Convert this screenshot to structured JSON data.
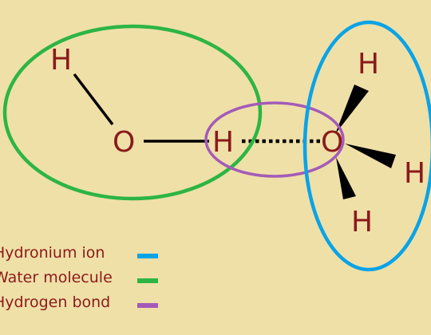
{
  "atoms": {
    "water_h": "H",
    "water_o": "O",
    "bond_h": "H",
    "ion_o": "O",
    "ion_h_top": "H",
    "ion_h_right": "H",
    "ion_h_bottom": "H"
  },
  "legend": {
    "items": [
      {
        "label": "Hydronium ion",
        "color": "#0aa3e6"
      },
      {
        "label": "Water molecule",
        "color": "#2db544"
      },
      {
        "label": "Hydrogen bond",
        "color": "#a35bb8"
      }
    ]
  },
  "colors": {
    "background": "#efe0a8",
    "atom_text": "#8b1a1a",
    "legend_text": "#8b1a1a",
    "bond": "#000000",
    "hydronium": "#0aa3e6",
    "water": "#2db544",
    "hydrogen_bond": "#a35bb8"
  }
}
